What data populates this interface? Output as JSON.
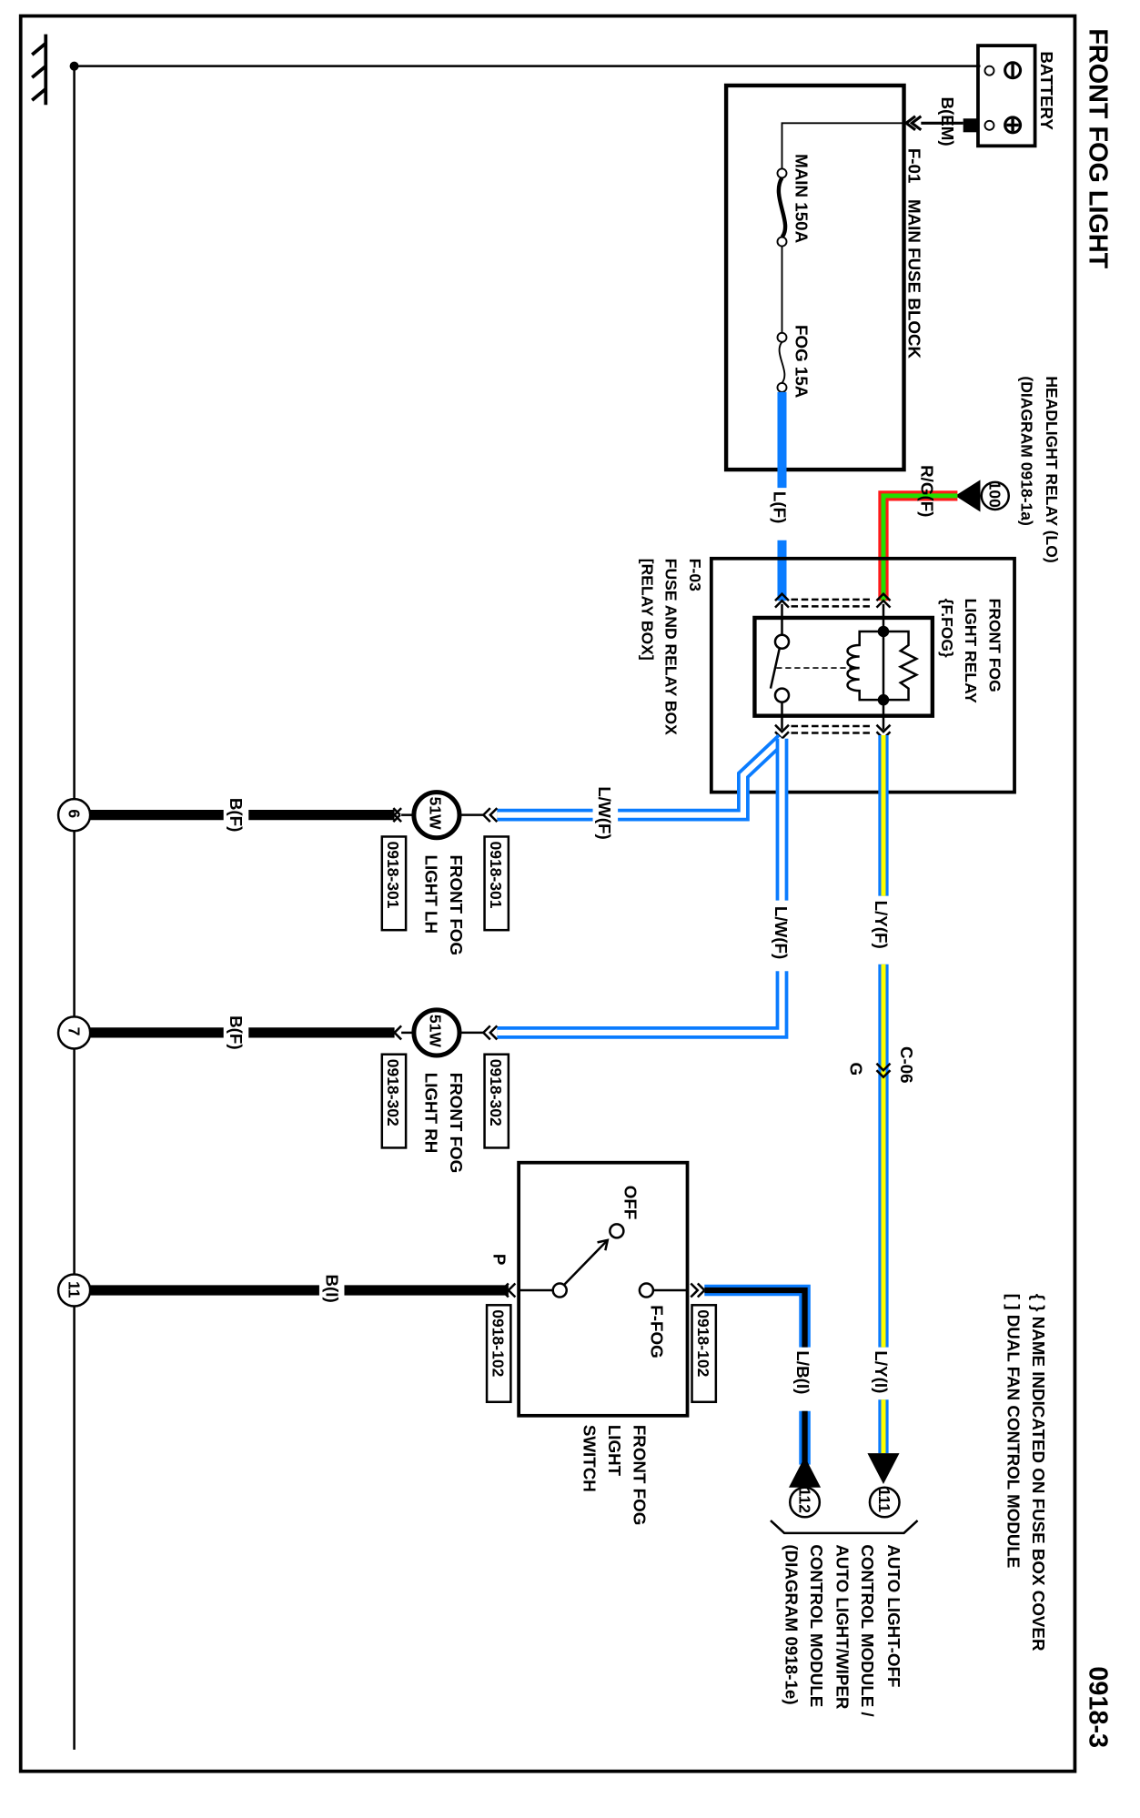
{
  "title": "FRONT FOG LIGHT",
  "page_code": "0918-3",
  "colors": {
    "blue": "#0a7cff",
    "red": "#ff1a1a",
    "green": "#22e000",
    "yellow": "#ffff00",
    "black": "#000000"
  },
  "battery": {
    "label": "BATTERY",
    "neg": "⊖",
    "pos": "⊕",
    "wire": "B(EM)"
  },
  "main_fuse_block": {
    "connector": "F-01",
    "label": "MAIN FUSE BLOCK",
    "fuse_main": "MAIN 150A",
    "fuse_fog": "FOG 15A",
    "wire_out": "L(F)"
  },
  "headlight_relay": {
    "line1": "HEADLIGHT RELAY (LO)",
    "line2": "(DIAGRAM 0918-1a)",
    "ref": "100",
    "wire": "R/G(F)"
  },
  "relay": {
    "line1": "FRONT FOG",
    "line2": "LIGHT RELAY",
    "line3": "{F.FOG}"
  },
  "relay_box": {
    "line1": "F-03",
    "line2": "FUSE AND RELAY BOX",
    "line3": "[RELAY BOX]"
  },
  "wires": {
    "lw1": "L/W(F)",
    "lw2": "L/W(F)",
    "ly_f": "L/Y(F)",
    "c06": "C-06",
    "g": "G",
    "ly_i": "L/Y(I)",
    "lb_i": "L/B(I)",
    "bf1": "B(F)",
    "bf2": "B(F)",
    "bi": "B(I)",
    "p": "P"
  },
  "lamp_lh": {
    "watt": "51W",
    "conn": "0918-301",
    "line1": "FRONT FOG",
    "line2": "LIGHT LH",
    "ground": "6"
  },
  "lamp_rh": {
    "watt": "51W",
    "conn": "0918-302",
    "line1": "FRONT FOG",
    "line2": "LIGHT RH",
    "ground": "7"
  },
  "switch": {
    "off": "OFF",
    "ffog": "F-FOG",
    "conn": "0918-102",
    "line1": "FRONT FOG",
    "line2": "LIGHT",
    "line3": "SWITCH",
    "ground": "11"
  },
  "module": {
    "ref1": "111",
    "ref2": "112",
    "line1": "AUTO LIGHT-OFF",
    "line2": "CONTROL MODULE /",
    "line3": "AUTO LIGHT/WIPER",
    "line4": "CONTROL MODULE",
    "line5": "(DIAGRAM 0918-1e)"
  },
  "notes": {
    "n1": "{ } NAME INDICATED ON FUSE BOX COVER",
    "n2": "[ ] DUAL FAN CONTROL MODULE"
  }
}
